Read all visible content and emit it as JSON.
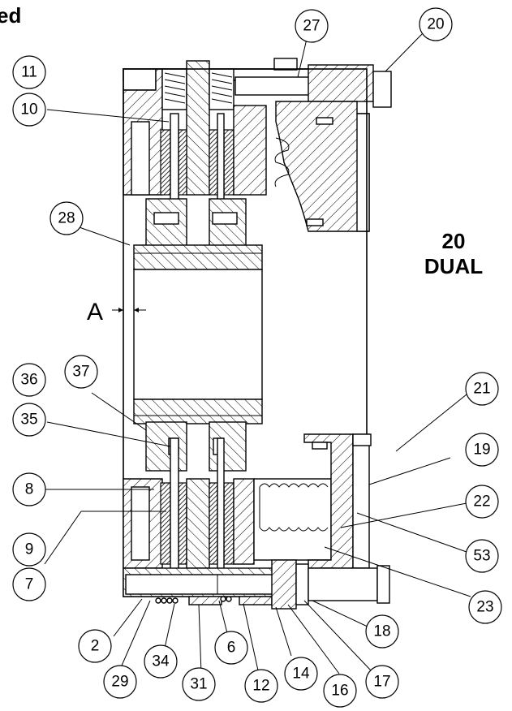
{
  "corner_label": "ed",
  "model": {
    "line1": "20",
    "line2": "DUAL"
  },
  "section_marker": "A",
  "callouts": [
    "27",
    "20",
    "11",
    "10",
    "28",
    "36",
    "37",
    "35",
    "8",
    "9",
    "7",
    "2",
    "29",
    "34",
    "31",
    "6",
    "12",
    "14",
    "16",
    "17",
    "18",
    "21",
    "19",
    "22",
    "53",
    "23"
  ]
}
